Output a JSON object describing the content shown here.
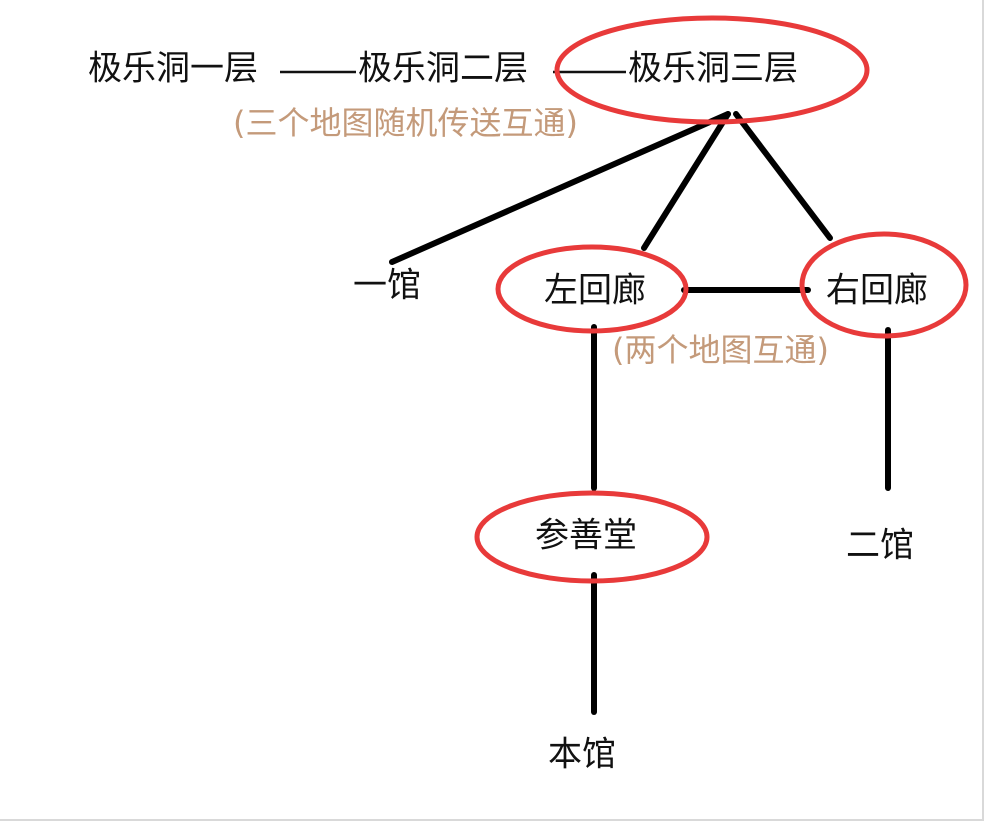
{
  "colors": {
    "highlight": "#e83a3a",
    "annotation": "#c49a7a",
    "line": "#000000",
    "text": "#111111"
  },
  "top": {
    "node1": "极乐洞一层",
    "node2": "极乐洞二层",
    "node3": "极乐洞三层",
    "note": "(三个地图随机传送互通)"
  },
  "branches": {
    "left_hall": "一馆",
    "left_corridor": "左回廊",
    "right_corridor": "右回廊",
    "corridor_note": "(两个地图互通)",
    "second_hall": "二馆",
    "hall": "参善堂",
    "main_hall": "本馆"
  }
}
